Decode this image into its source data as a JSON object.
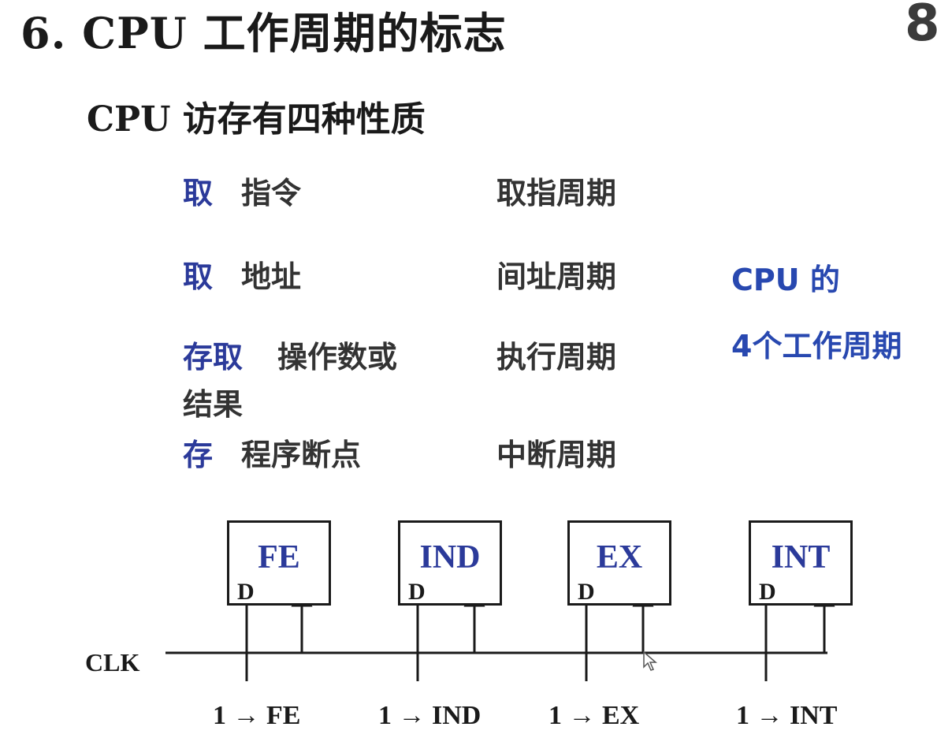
{
  "header": {
    "title": "6. CPU 工作周期的标志",
    "page_number": "8"
  },
  "section": {
    "subtitle": "CPU 访存有四种性质"
  },
  "access_types": [
    {
      "action": "取",
      "object": "指令",
      "cycle": "取指周期"
    },
    {
      "action": "取",
      "object": "地址",
      "cycle": "间址周期"
    },
    {
      "action": "存取",
      "object": "操作数或",
      "object_line2": "结果",
      "cycle": "执行周期"
    },
    {
      "action": "存",
      "object": "程序断点",
      "cycle": "中断周期"
    }
  ],
  "side_note": {
    "line1": "CPU 的",
    "line2": "4个工作周期"
  },
  "diagram": {
    "clock_label": "CLK",
    "input_label": "D",
    "flip_flops": [
      {
        "name": "FE",
        "set_label": "1 → FE"
      },
      {
        "name": "IND",
        "set_label": "1 → IND"
      },
      {
        "name": "EX",
        "set_label": "1 → EX"
      },
      {
        "name": "INT",
        "set_label": "1 → INT"
      }
    ]
  },
  "colors": {
    "accent_blue": "#2b3a9a",
    "note_blue": "#2848b0",
    "text": "#1a1a1a"
  }
}
